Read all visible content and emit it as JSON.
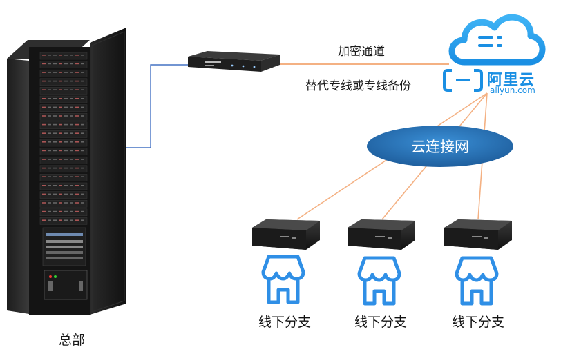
{
  "headquarters": {
    "label": "总部"
  },
  "tunnel": {
    "encryption_label": "加密通道",
    "backup_label": "替代专线或专线备份"
  },
  "cen": {
    "label": "云连接网"
  },
  "aliyun": {
    "name_cn": "阿里云",
    "domain": "aliyun.com"
  },
  "branches": [
    {
      "label": "线下分支"
    },
    {
      "label": "线下分支"
    },
    {
      "label": "线下分支"
    }
  ],
  "colors": {
    "connection_line": "#f4b183",
    "hq_link": "#4472c4",
    "cen_ellipse": "#2e75b6",
    "brand_blue": "#1a8fe3"
  }
}
